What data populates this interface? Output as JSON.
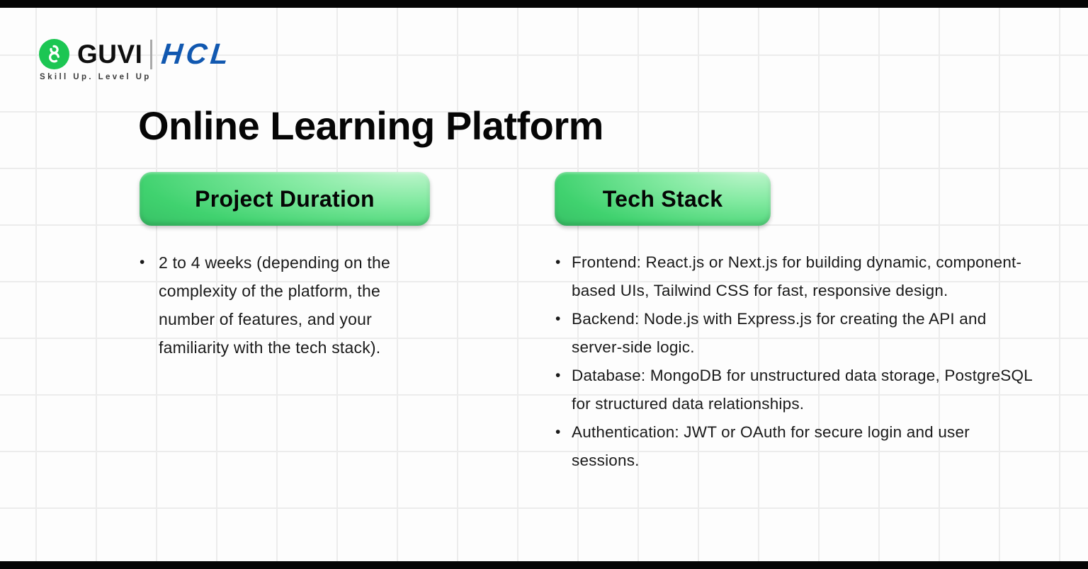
{
  "brand": {
    "guvi": "GUVI",
    "hcl": "HCL",
    "tagline": "Skill Up. Level Up",
    "guvi_green": "#1cc653",
    "hcl_blue": "#1158b0"
  },
  "icons": {
    "guvi-logo-icon": "stylized-g-double-loop"
  },
  "page": {
    "title": "Online Learning Platform"
  },
  "ui": {
    "bullet": "•"
  },
  "sections": {
    "duration": {
      "heading": "Project Duration",
      "items": [
        "2 to 4 weeks (depending on the complexity of the platform, the number of features, and your familiarity with the tech stack)."
      ]
    },
    "tech": {
      "heading": "Tech Stack",
      "items": [
        "Frontend: React.js or Next.js for building dynamic, component-based UIs, Tailwind CSS for fast, responsive design.",
        "Backend: Node.js with Express.js for creating the API and server-side logic.",
        "Database: MongoDB for unstructured data storage, PostgreSQL for structured data relationships.",
        "Authentication: JWT or OAuth for secure login and user sessions."
      ]
    }
  },
  "colors": {
    "background": "#fdfdfd",
    "grid_line": "#ececec",
    "letterbox": "#050505",
    "pill_green_light": "#bcf5cb",
    "pill_green": "#40d26f",
    "pill_green_dark": "#2fae5b",
    "text": "#1a1a1a"
  }
}
